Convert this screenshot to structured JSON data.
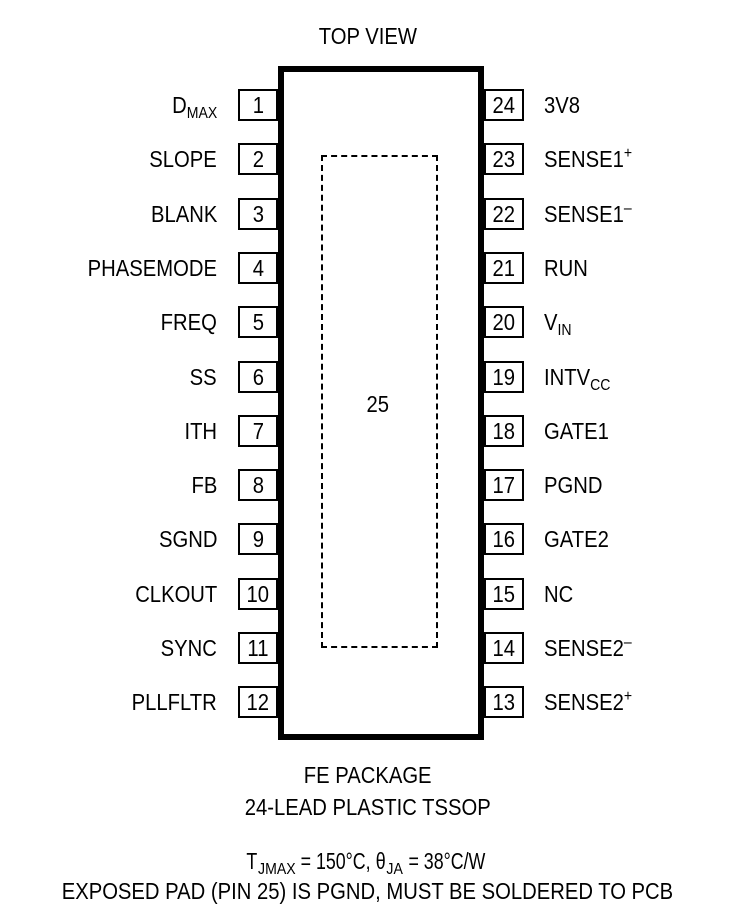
{
  "title": "TOP VIEW",
  "left_pins": [
    {
      "num": "1",
      "name": "D",
      "sub": "MAX",
      "sup": ""
    },
    {
      "num": "2",
      "name": "SLOPE",
      "sub": "",
      "sup": ""
    },
    {
      "num": "3",
      "name": "BLANK",
      "sub": "",
      "sup": ""
    },
    {
      "num": "4",
      "name": "PHASEMODE",
      "sub": "",
      "sup": ""
    },
    {
      "num": "5",
      "name": "FREQ",
      "sub": "",
      "sup": ""
    },
    {
      "num": "6",
      "name": "SS",
      "sub": "",
      "sup": ""
    },
    {
      "num": "7",
      "name": "ITH",
      "sub": "",
      "sup": ""
    },
    {
      "num": "8",
      "name": "FB",
      "sub": "",
      "sup": ""
    },
    {
      "num": "9",
      "name": "SGND",
      "sub": "",
      "sup": ""
    },
    {
      "num": "10",
      "name": "CLKOUT",
      "sub": "",
      "sup": ""
    },
    {
      "num": "11",
      "name": "SYNC",
      "sub": "",
      "sup": ""
    },
    {
      "num": "12",
      "name": "PLLFLTR",
      "sub": "",
      "sup": ""
    }
  ],
  "right_pins": [
    {
      "num": "24",
      "name": "3V8",
      "sub": "",
      "sup": ""
    },
    {
      "num": "23",
      "name": "SENSE1",
      "sub": "",
      "sup": "+"
    },
    {
      "num": "22",
      "name": "SENSE1",
      "sub": "",
      "sup": "–"
    },
    {
      "num": "21",
      "name": "RUN",
      "sub": "",
      "sup": ""
    },
    {
      "num": "20",
      "name": "V",
      "sub": "IN",
      "sup": ""
    },
    {
      "num": "19",
      "name": "INTV",
      "sub": "CC",
      "sup": ""
    },
    {
      "num": "18",
      "name": "GATE1",
      "sub": "",
      "sup": ""
    },
    {
      "num": "17",
      "name": "PGND",
      "sub": "",
      "sup": ""
    },
    {
      "num": "16",
      "name": "GATE2",
      "sub": "",
      "sup": ""
    },
    {
      "num": "15",
      "name": "NC",
      "sub": "",
      "sup": ""
    },
    {
      "num": "14",
      "name": "SENSE2",
      "sub": "",
      "sup": "–"
    },
    {
      "num": "13",
      "name": "SENSE2",
      "sub": "",
      "sup": "+"
    }
  ],
  "exposed_pad_label": "25",
  "package": {
    "line1": "FE PACKAGE",
    "line2": "24-LEAD PLASTIC TSSOP"
  },
  "thermal": {
    "tj_symbol": "T",
    "tj_sub": "JMAX",
    "tj_value": " = 150°C, ",
    "theta_symbol": "θ",
    "theta_sub": "JA",
    "theta_value": " = 38°C/W"
  },
  "note": "EXPOSED PAD (PIN 25) IS PGND, MUST BE SOLDERED TO PCB"
}
